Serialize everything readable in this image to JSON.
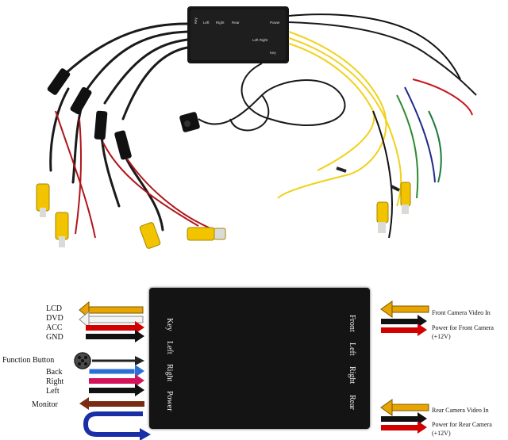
{
  "module_port_labels": {
    "left": [
      "Key",
      "Left",
      "Right",
      "Power"
    ],
    "right": [
      "Front",
      "Left",
      "Right",
      "Rear"
    ]
  },
  "left_connections": [
    {
      "label": "LCD",
      "direction": "out",
      "color": "#e8a400"
    },
    {
      "label": "DVD",
      "direction": "out",
      "color": "#f2f2f2"
    },
    {
      "label": "ACC",
      "direction": "in",
      "color": "#d40000"
    },
    {
      "label": "GND",
      "direction": "in",
      "color": "#111111"
    },
    {
      "label": "Function Button",
      "direction": "in",
      "color": "#333333"
    },
    {
      "label": "Back",
      "direction": "in",
      "color": "#2a6fd6"
    },
    {
      "label": "Right",
      "direction": "in",
      "color": "#d4145a"
    },
    {
      "label": "Left",
      "direction": "in",
      "color": "#111111"
    },
    {
      "label": "Monitor",
      "direction": "out",
      "color": "#7a2c12"
    }
  ],
  "right_connections": [
    {
      "label": "Front Camera Video In",
      "color": "#e8a400"
    },
    {
      "label": "Power for Front Camera (+12V)",
      "color": "#d40000"
    },
    {
      "label": "Rear Camera  Video In",
      "color": "#e8a400"
    },
    {
      "label": "Power for Rear Camera (+12V)",
      "color": "#d40000"
    }
  ],
  "text": {
    "left": {
      "lcd": "LCD",
      "dvd": "DVD",
      "acc": "ACC",
      "gnd": "GND",
      "function_button": "Function Button",
      "back": "Back",
      "right": "Right",
      "left": "Left",
      "monitor": "Monitor"
    },
    "right": {
      "front_video": "Front Camera Video In",
      "front_power_1": "Power for Front Camera",
      "front_power_2": "(+12V)",
      "rear_video": "Rear Camera  Video In",
      "rear_power_1": "Power for Rear Camera",
      "rear_power_2": "(+12V)"
    }
  }
}
